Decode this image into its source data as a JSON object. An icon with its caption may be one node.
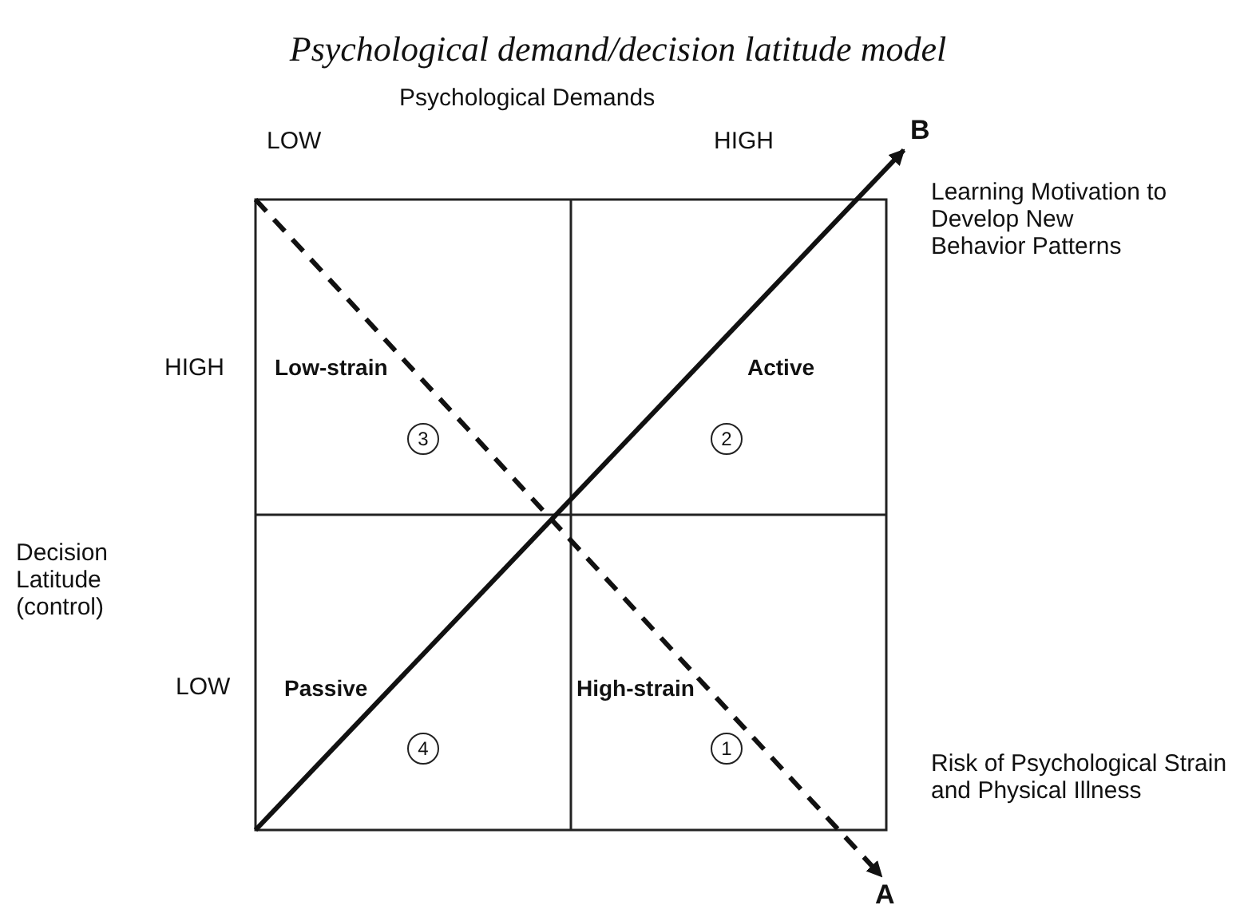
{
  "diagram": {
    "title": "Psychological demand/decision latitude model",
    "nodes": [
      {
        "text": [
          "B"
        ],
        "beside": [
          "Learning Motivation to Develop New Behavior Patterns"
        ]
      },
      {
        "text": [
          "A"
        ]
      }
    ],
    "edges": [
      {
        "from": null,
        "to": 0,
        "arrow": "to"
      },
      {
        "from": null,
        "to": 1,
        "arrow": "to",
        "style": "dashed"
      }
    ],
    "labels": [
      "Psychological Demands",
      "LOW",
      "HIGH",
      "HIGH",
      "Low-strain",
      "Active",
      "3",
      "2",
      "Decision Latitude (control)",
      "LOW",
      "Passive",
      "High-strain",
      "4",
      "1",
      "Risk of Psychological Strain and Physical Illness"
    ]
  }
}
